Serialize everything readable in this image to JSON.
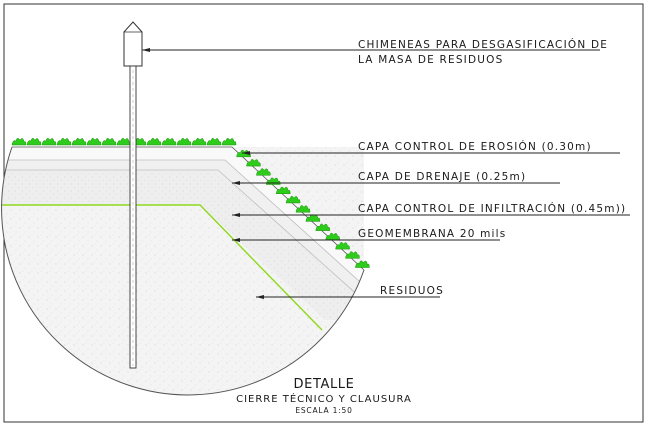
{
  "labels": {
    "chimney_line1": "CHIMENEAS PARA DESGASIFICACIÓN DE",
    "chimney_line2": "LA MASA DE RESIDUOS",
    "erosion": "CAPA CONTROL DE EROSIÓN  (0.30m)",
    "drainage": "CAPA DE DRENAJE (0.25m)",
    "infiltration": "CAPA CONTROL DE INFILTRACIÓN (0.45m))",
    "geomembrane": "GEOMEMBRANA 20 mils",
    "waste": "RESIDUOS"
  },
  "title_block": {
    "title": "DETALLE",
    "subtitle": "CIERRE TÉCNICO Y CLAUSURA",
    "scale": "ESCALA 1:50"
  },
  "colors": {
    "vegetation": "#2ecc1a",
    "geomembrane": "#8ed81e",
    "erosion_layer": "#f7f7f7",
    "drainage_layer": "#f0f0f0",
    "infiltration_layer": "#eeeeee",
    "waste": "#f4f4f4",
    "frame": "#333333"
  }
}
